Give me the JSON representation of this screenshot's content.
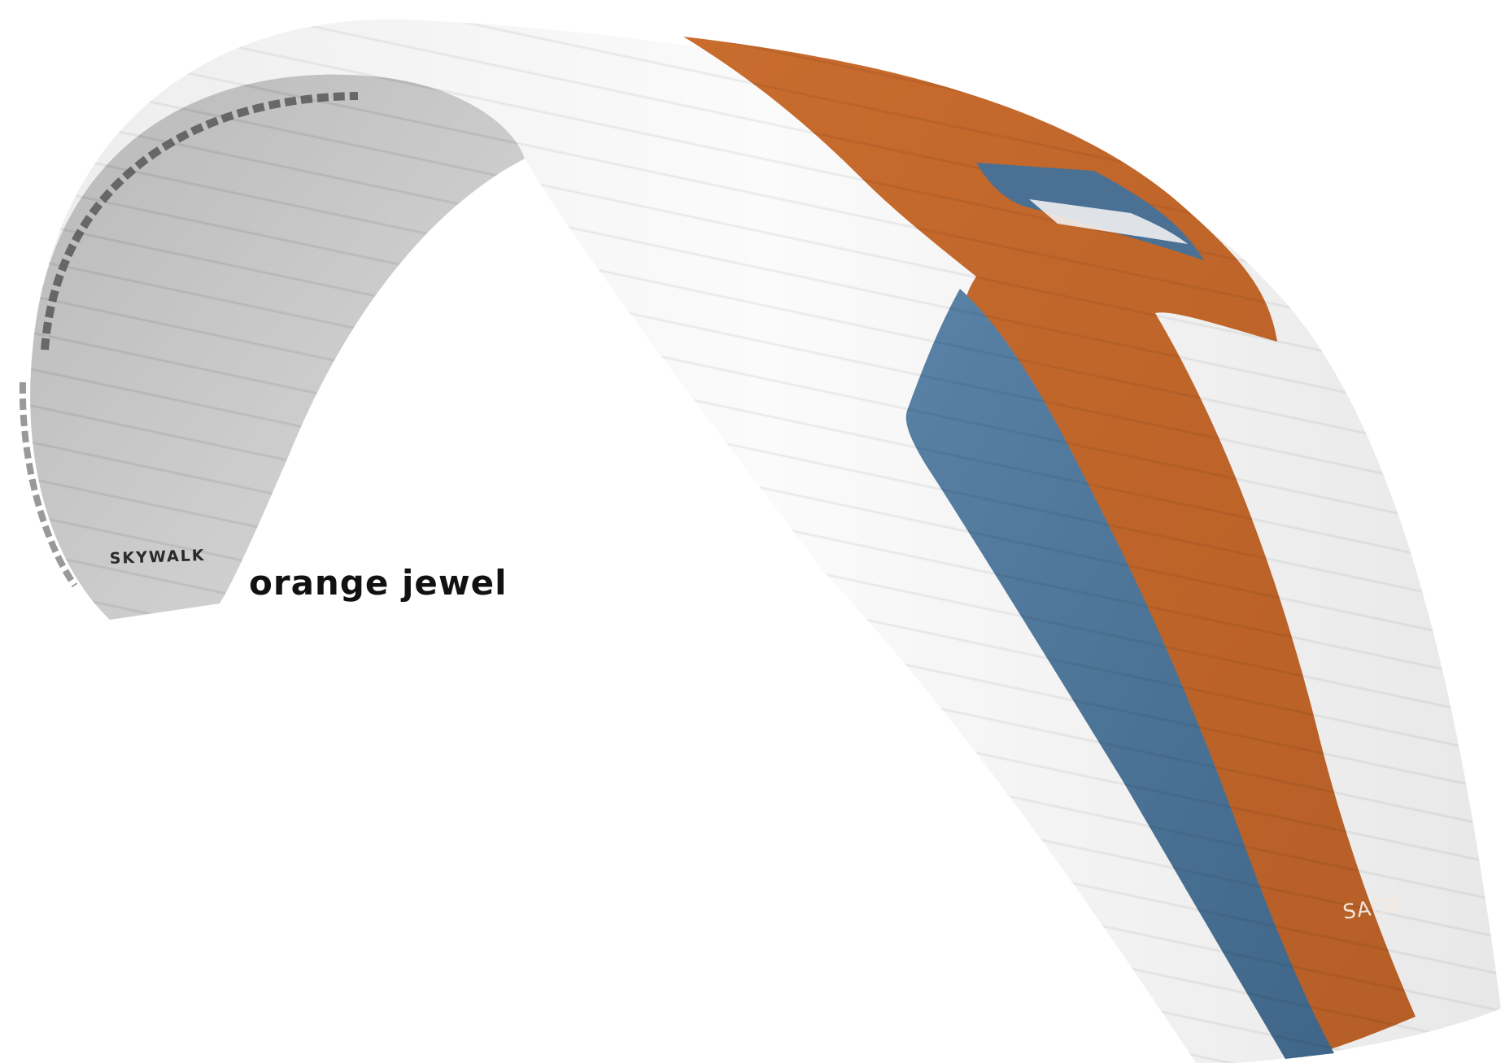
{
  "product": {
    "colorway_label": "orange jewel",
    "brand_print": "SKYWALK",
    "model_print": "SAGE"
  },
  "colors": {
    "background": "#ffffff",
    "canopy_white": "#f4f4f4",
    "underside_gray": "#c4c4c4",
    "orange": "#c0662a",
    "blue": "#4f7699",
    "caption_text": "#111111"
  }
}
